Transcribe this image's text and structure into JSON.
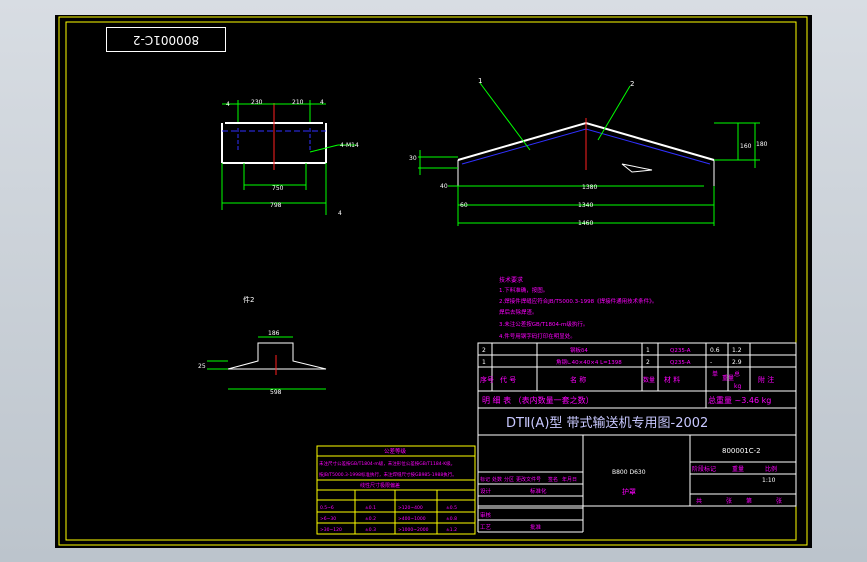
{
  "colors": {
    "background": "#000000",
    "frame": "#ffffff",
    "yellow": "#ffff00",
    "magenta": "#ff00ff",
    "green": "#00ff00",
    "red": "#ff2020",
    "blue": "#3030ff",
    "cyan": "#00ffff",
    "lavender": "#c8c8ff"
  },
  "mirrored_code": "800001C-2",
  "top_view": {
    "dim_a": "4",
    "dim_b": "230",
    "dim_c": "210",
    "dim_d": "4",
    "dim_inner": "750",
    "dim_outer": "798",
    "hole_callout": "4-M14",
    "dim_e": "4"
  },
  "front_view": {
    "leader_1": "1",
    "leader_2": "2",
    "height_left": "30",
    "height_right": "160",
    "dim_small_right": "180",
    "dim_40": "40",
    "dim_60": "60",
    "dim_1380": "1380",
    "dim_1340": "1340",
    "dim_1460": "1460"
  },
  "part_label": "件2",
  "small_view": {
    "top": "186",
    "left": "25",
    "bottom": "598"
  },
  "notes": {
    "heading": "技术要求",
    "line1": "1.下料准确，按图。",
    "line2": "2.焊接件焊缝应符合JB/T5000.3-1998《焊接件通用技术条件》。",
    "line3": "焊后去除焊渣。",
    "line4": "3.未注公差按GB/T1804-m级执行。",
    "line5": "4.件号用钢字码打印在明显处。"
  },
  "bom": {
    "row2": {
      "no": "2",
      "code": "钢板δ4",
      "qty": "1",
      "material": "Q235-A",
      "unit_w": "0.6",
      "total_w": "1.2"
    },
    "row1": {
      "no": "1",
      "code": "角钢∟40×40×4 L=1398",
      "qty": "2",
      "material": "Q235-A",
      "unit_w": "-",
      "total_w": "2.9"
    },
    "header": {
      "no": "序号",
      "code": "代  号",
      "name": "名  称",
      "qty": "数量",
      "material": "材  料",
      "single": "单",
      "weight": "重量",
      "total": "总",
      "kg": "kg",
      "remark": "附  注"
    },
    "detail_label": "明  细  表  （表内数量一套之数）",
    "total_weight": "总重量 ~3.46 kg"
  },
  "title_block": {
    "title": "DTⅡ(A)型  带式输送机专用图-2002",
    "drawing_no": "800001C-2",
    "spec": "B800 D630",
    "name": "护罩",
    "stage": "阶段标记",
    "weight_label": "重量",
    "scale_label": "比例",
    "scale_value": "1:10",
    "sheets_total": "共",
    "sheet_label": "张",
    "sheet_no": "第",
    "marks": "标记",
    "count": "处数",
    "zone": "分区",
    "change_doc": "更改文件号",
    "signature": "签名",
    "date": "年月日",
    "design": "设计",
    "standardize": "标准化",
    "review": "审核",
    "process": "工艺",
    "approve": "批准"
  },
  "tolerance_table": {
    "title": "公差等级",
    "line1": "未注尺寸公差按GB/T1804-m级，未注形位公差按GB/T1184-K级。",
    "line2": "按JB/T5000.3-1998标准执行，未注焊缝尺寸按GB985-1988执行。",
    "header": "线性尺寸极限偏差",
    "rows": [
      [
        "0.5~6",
        "±0.1",
        ">120~400",
        "±0.5"
      ],
      [
        ">6~30",
        "±0.2",
        ">400~1000",
        "±0.8"
      ],
      [
        ">30~120",
        "±0.3",
        ">1000~2000",
        "±1.2"
      ]
    ]
  }
}
